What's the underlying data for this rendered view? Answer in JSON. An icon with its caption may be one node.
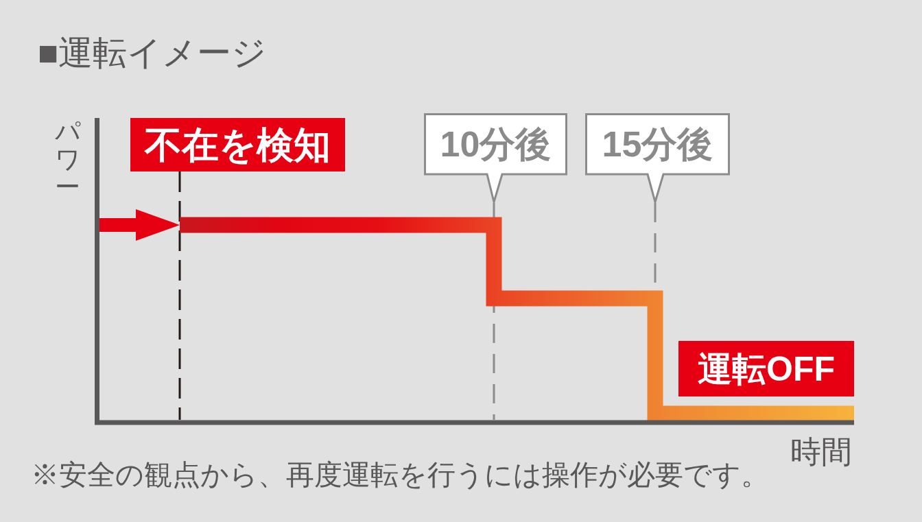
{
  "diagram": {
    "title": "■運転イメージ",
    "caption": "※安全の観点から、再度運転を行うには操作が必要です。",
    "nodes": [
      {
        "text": [
          "不在を検知"
        ]
      },
      {
        "text": [
          "10分後"
        ]
      },
      {
        "text": [
          "15分後"
        ]
      },
      {
        "text": [
          "運転OFF"
        ]
      }
    ],
    "labels": [
      "パワー",
      "時間"
    ]
  }
}
